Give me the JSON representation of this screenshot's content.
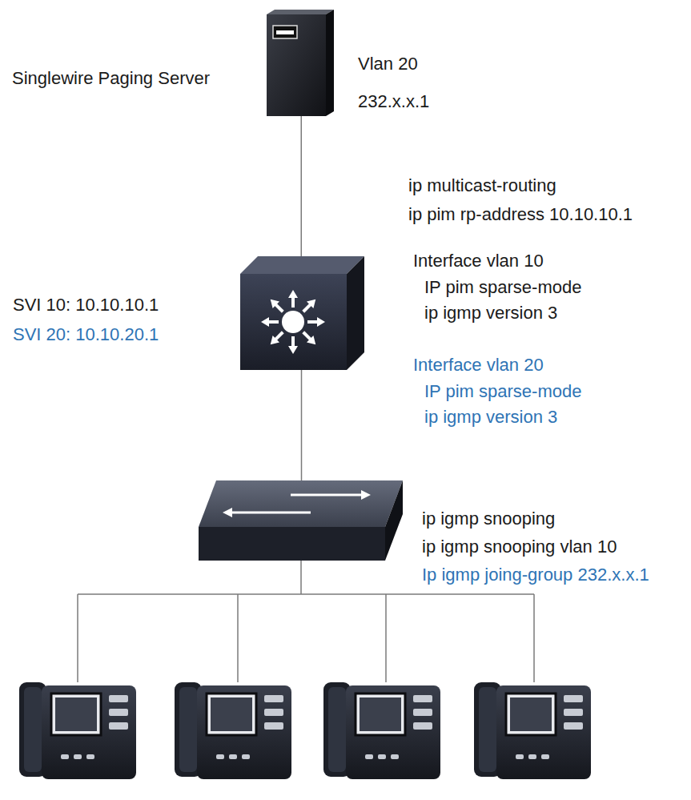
{
  "diagram": {
    "nodes": [
      {
        "text": [
          "Singlewire Paging Server",
          "Vlan 20",
          "232.x.x.1"
        ]
      },
      {
        "text": [
          "SVI 10: 10.10.10.1",
          "SVI 20: 10.10.20.1",
          "ip multicast-routing",
          "ip pim rp-address 10.10.10.1",
          "Interface vlan 10",
          "IP pim sparse-mode",
          "ip igmp version 3",
          "Interface vlan 20",
          "IP pim sparse-mode",
          "ip igmp version 3"
        ]
      },
      {
        "text": [
          "ip igmp snooping",
          "ip igmp snooping vlan 10",
          "Ip igmp joing-group 232.x.x.1"
        ]
      }
    ],
    "edges": [
      {
        "from": 0,
        "to": 1,
        "arrow": "none"
      },
      {
        "from": 1,
        "to": 2,
        "arrow": "none"
      }
    ]
  }
}
